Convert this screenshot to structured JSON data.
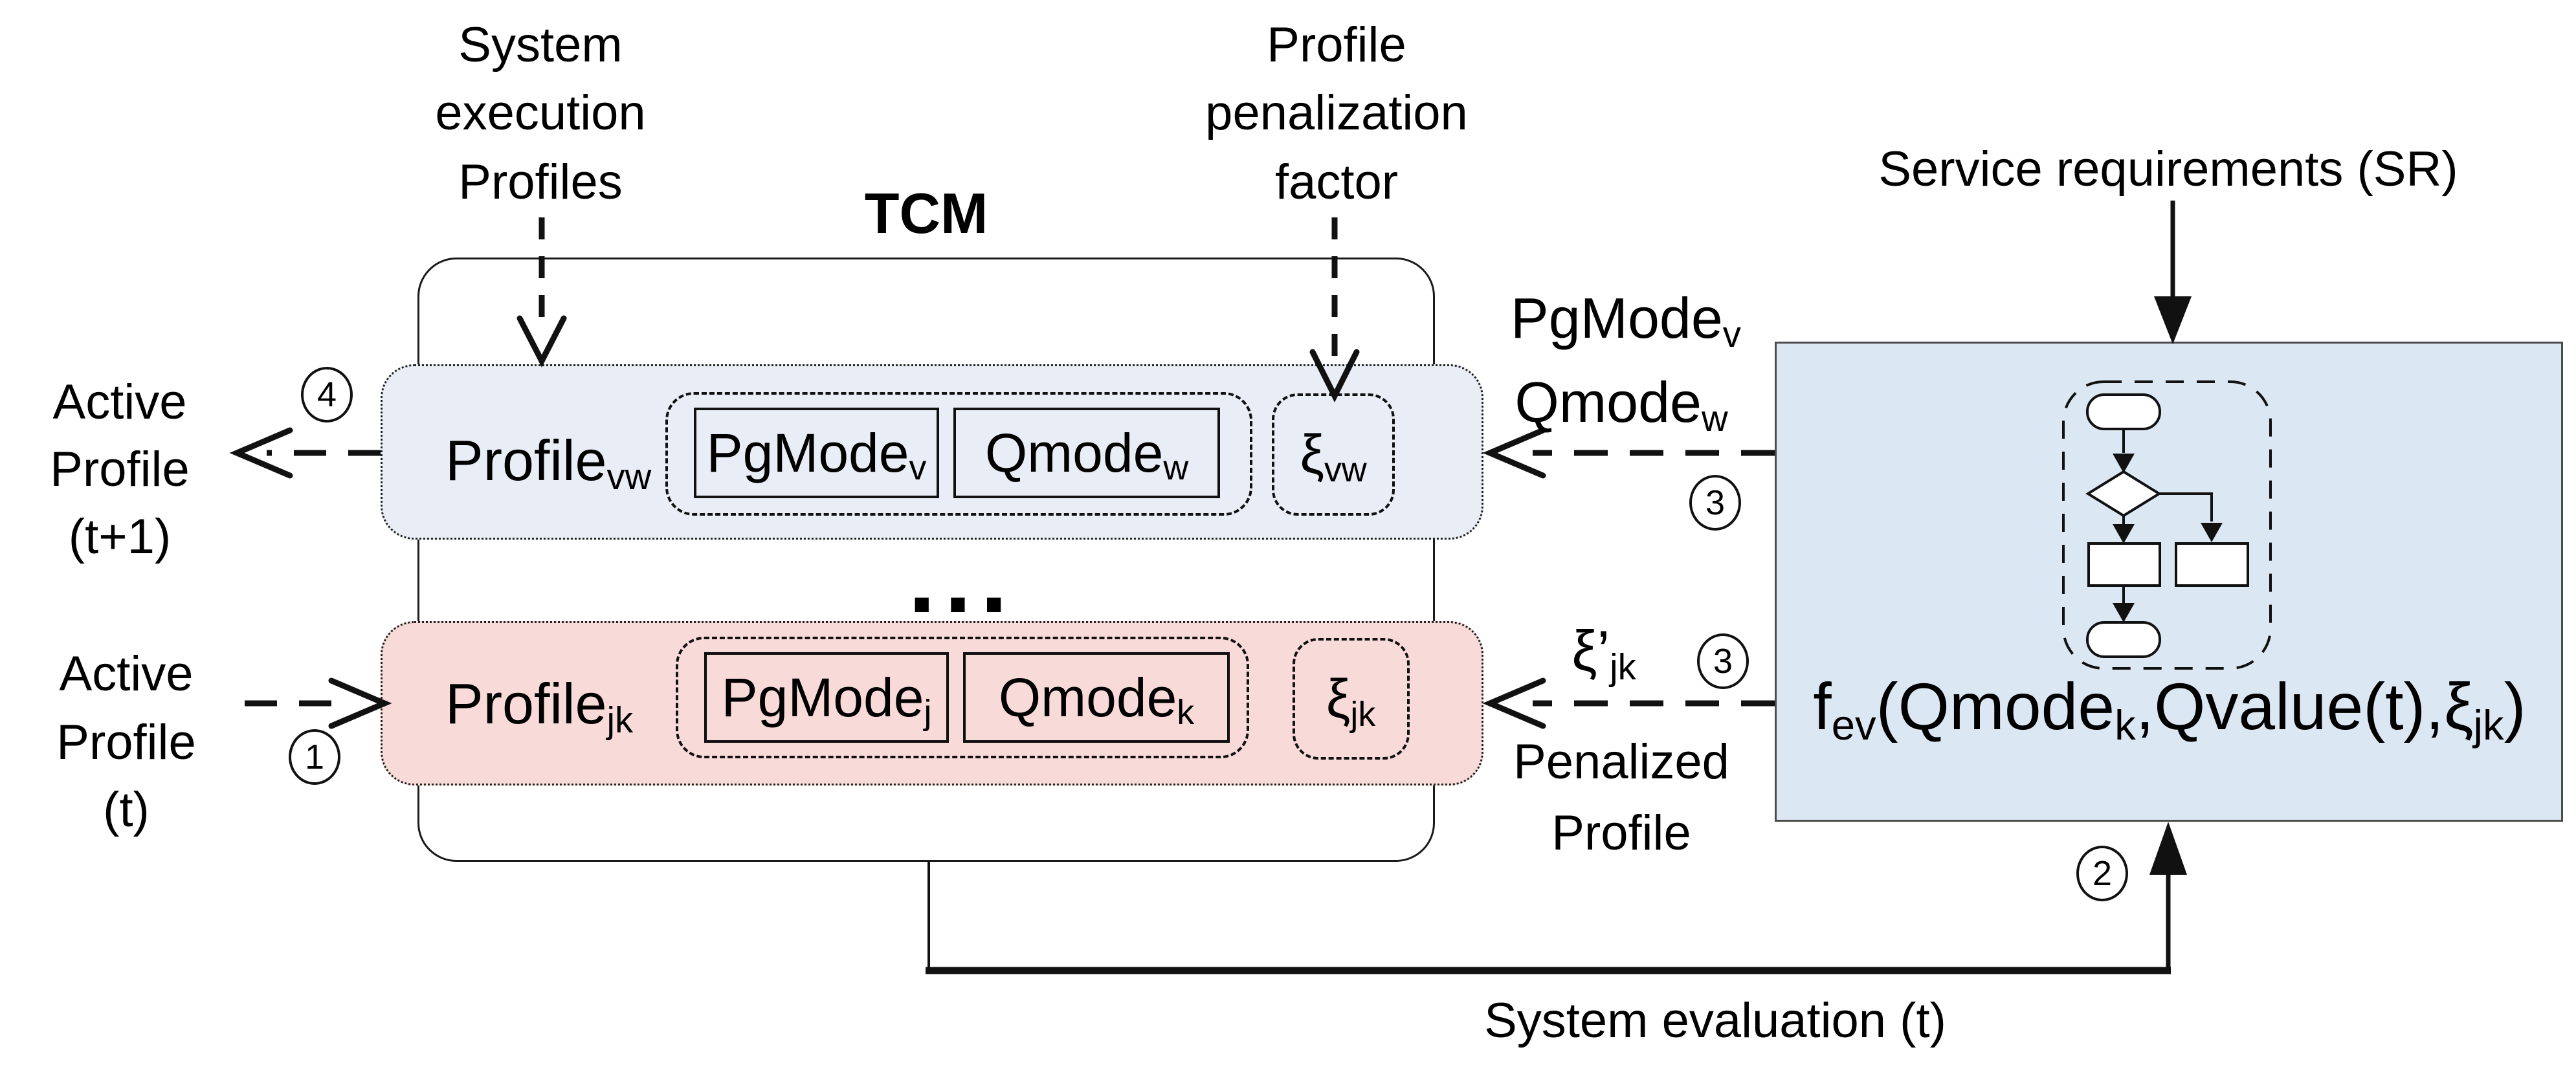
{
  "colors": {
    "row_blue": "#e9edf6",
    "row_pink": "#f8dbd9",
    "eval_box": "#dce7f4"
  },
  "top_labels": {
    "system_execution_profiles": [
      "System",
      "execution",
      "Profiles"
    ],
    "tcm_title": "TCM",
    "profile_penalization_factor": [
      "Profile",
      "penalization",
      "factor"
    ],
    "service_requirements": "Service requirements (SR)"
  },
  "left_labels": {
    "active_profile_next": [
      "Active",
      "Profile",
      "(t+1)"
    ],
    "active_profile_current": [
      "Active",
      "Profile",
      "(t)"
    ]
  },
  "step_badges": {
    "step1": "1",
    "step2": "2",
    "step3_top": "3",
    "step3_bottom": "3",
    "step4": "4"
  },
  "tcm": {
    "row_top": {
      "profile": "Profile",
      "profile_sub": "vw",
      "pgmode": "PgMode",
      "pgmode_sub": "v",
      "qmode": "Qmode",
      "qmode_sub": "w",
      "xi": "ξ",
      "xi_sub": "vw"
    },
    "ellipsis": "...",
    "row_bottom": {
      "profile": "Profile",
      "profile_sub": "jk",
      "pgmode": "PgMode",
      "pgmode_sub": "j",
      "qmode": "Qmode",
      "qmode_sub": "k",
      "xi": "ξ",
      "xi_sub": "jk"
    }
  },
  "flow_labels": {
    "pgmode_out": "PgMode",
    "pgmode_out_sub": "v",
    "qmode_out": "Qmode",
    "qmode_out_sub": "w",
    "xi_penalized": "ξ’",
    "xi_penalized_sub": "jk",
    "penalized_profile": [
      "Penalized",
      "Profile"
    ],
    "system_evaluation": "System evaluation (t)"
  },
  "evaluator": {
    "formula": {
      "p0": "f",
      "s0": "ev",
      "p1": "(Qmode",
      "s1": "k",
      "p2": ",Qvalue(t),ξ",
      "s2": "jk",
      "p3": ")"
    }
  }
}
